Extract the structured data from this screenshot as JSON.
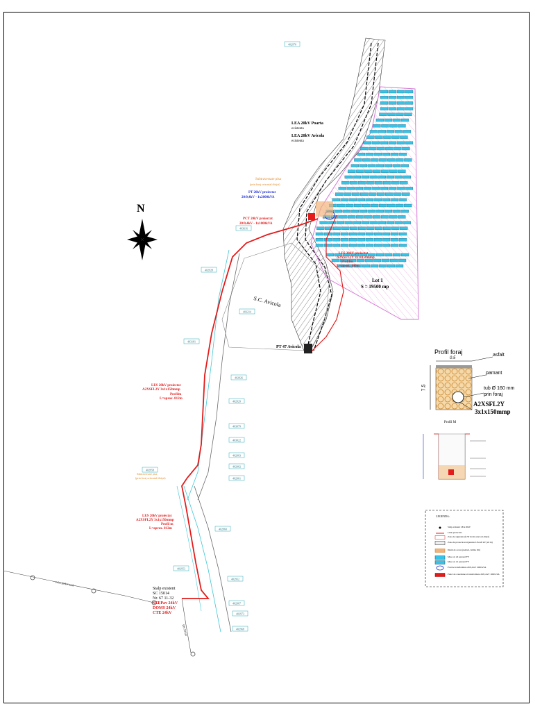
{
  "map": {
    "north_label": "N",
    "lea_lines": {
      "poarta": "LEA 20kV Poarta",
      "avicola": "LEA 20kV Avicola",
      "existing": "existenta"
    },
    "lot": {
      "name": "Lot 1",
      "area": "S = 19500 mp"
    },
    "avicola_company": "S.C. Avicola",
    "pt_avicola": "PT 47 Avicola",
    "pt_proiectat": {
      "line1": "PT 20kV proiectat",
      "line2": "20/0,4kV - 1x2000kVA"
    },
    "pct_proiectat": {
      "line1": "PCT 20kV proiectat",
      "line2": "20/0,4kV - 1x1000kVA"
    },
    "subtraversare_1": {
      "line1": "Subtraversare pisa",
      "line2": "(prin foraj orizontal dirijat)"
    },
    "subtraversare_2": {
      "line1": "Subtraversare pisa",
      "line2": "(prin foraj orizontal dirijat)"
    },
    "les_top": {
      "line1": "LES 20kV proiectat",
      "line2": "A2XSFL2Y 3x1x150mmp",
      "line3": "Profilm",
      "line4": "L=aprox. 100m"
    },
    "les_mid": {
      "line1": "LES 20kV proiectat",
      "line2": "A2XSFL2Y 3x1x150mmp",
      "line3": "Profilm",
      "line4": "L=aprox. 812m"
    },
    "les_low": {
      "line1": "LES 20kV proiectat",
      "line2": "A2XSFL2Y 3x1x150mmp",
      "line3": "Profil m",
      "line4": "L=aprox. 812m"
    },
    "stalp_existent": {
      "line1": "Stalp existent",
      "line2": "SC 15014",
      "line3": "Nr. 67 11-32",
      "line4": "STEPav 24kV",
      "line5": "DOMS 24kV",
      "line6": "CTE 24kV"
    },
    "lea_small": "LEA 20 kV noul",
    "dn_label": "DN 59 km",
    "parcel_codes": [
      "403616",
      "402928",
      "403214",
      "403181",
      "402926",
      "402929",
      "403079",
      "403022",
      "402963",
      "402962",
      "402961",
      "402958",
      "402960",
      "402953",
      "402952",
      "402967",
      "402973",
      "402968",
      "402970"
    ]
  },
  "profil_foraj": {
    "title": "Profil foraj",
    "dim_top": "0.5",
    "dim_side": "7.5",
    "asfalt": "asfalt",
    "pamant": "pamant",
    "tub": "tub Ø 160 mm",
    "prin_foraj": "prin foraj",
    "cable_line1": "A2XSFL2Y",
    "cable_line2": "3x1x150mmp"
  },
  "profil_m": {
    "title": "Profil M"
  },
  "legend": {
    "title": "LEGENDA:",
    "items": [
      "Stalp existent LEA 20kV",
      "Linie proiectata",
      "Zona de siguranta (6.50 m din axul cel-liniei)",
      "Zona de protectie si siguranta LEA 20 kV (24 m)",
      "Drum de acces (pietruit, latime 3m)",
      "Masa cu 24 panouri FV",
      "Masa cu 12 panouri FV",
      "Post de transformare 20/0,4 kV 2000 kVA",
      "Punct de conexiune si transformare 20/0,4 kV 1000 kVA"
    ]
  },
  "colors": {
    "red_line": "#e31b1b",
    "hatch": "#333333",
    "panel": "#35c4e8",
    "pink": "#d68ad6",
    "orange": "#e38b2a",
    "blue_text": "#1f2fd1",
    "cyan_line": "#3ec7d6"
  }
}
